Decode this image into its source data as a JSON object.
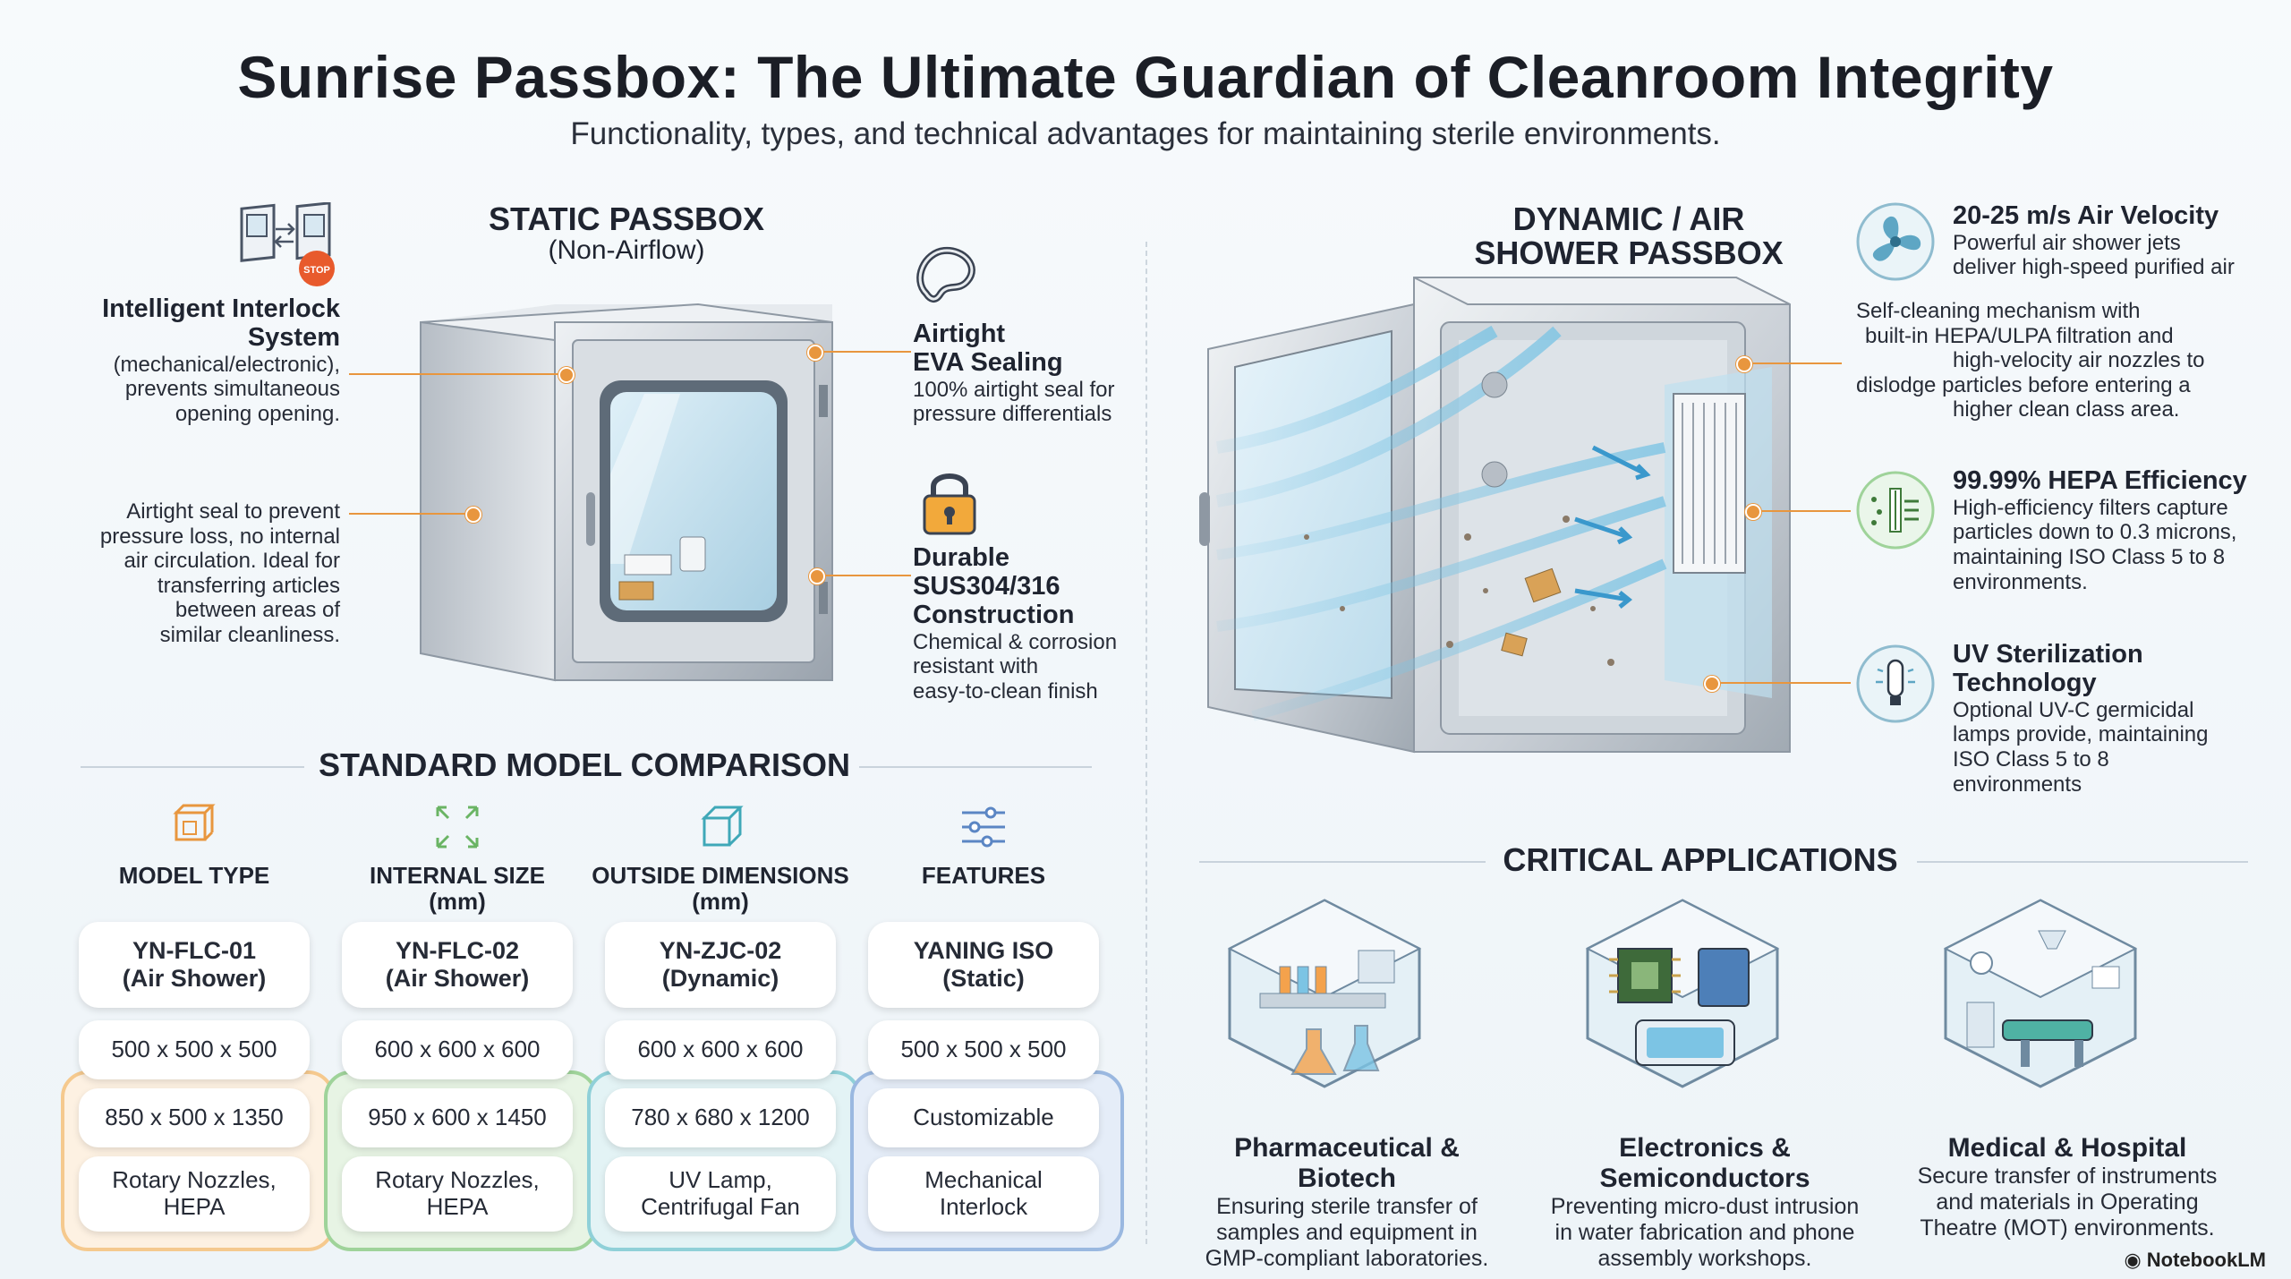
{
  "header": {
    "title": "Sunrise Passbox: The Ultimate Guardian of Cleanroom Integrity",
    "subtitle": "Functionality, types, and technical advantages for maintaining sterile environments."
  },
  "static_section": {
    "title": "STATIC PASSBOX",
    "subtitle": "(Non-Airflow)",
    "interlock": {
      "title_line1": "Intelligent Interlock",
      "title_line2": "System",
      "desc": [
        "(mechanical/electronic),",
        "prevents simultaneous",
        "opening opening."
      ]
    },
    "seal_note": [
      "Airtight seal to prevent",
      "pressure loss, no internal",
      "air circulation. Ideal for",
      "transferring articles",
      "between areas of",
      "similar cleanliness."
    ],
    "eva": {
      "title_line1": "Airtight",
      "title_line2": "EVA Sealing",
      "desc": [
        "100% airtight seal for",
        "pressure differentials"
      ]
    },
    "construction": {
      "title_line1": "Durable",
      "title_line2": "SUS304/316",
      "title_line3": "Construction",
      "desc": [
        "Chemical & corrosion",
        "resistant with",
        "easy-to-clean finish"
      ]
    },
    "stop_label": "STOP"
  },
  "dynamic_section": {
    "title_line1": "DYNAMIC / AIR",
    "title_line2": "SHOWER PASSBOX",
    "velocity": {
      "title": "20-25 m/s Air Velocity",
      "desc": [
        "Powerful air shower jets",
        "deliver high-speed purified air"
      ]
    },
    "self_cleaning": [
      "Self-cleaning mechanism with",
      "built-in  HEPA/ULPA filtration and",
      "high-velocity air nozzles to",
      "dislodge particles before entering a",
      "higher clean class area."
    ],
    "hepa": {
      "title": "99.99% HEPA Efficiency",
      "desc": [
        "High-efficiency filters capture",
        "particles down to 0.3 microns,",
        "maintaining ISO Class 5 to 8",
        "environments."
      ]
    },
    "uv": {
      "title_line1": "UV Sterilization",
      "title_line2": "Technology",
      "desc": [
        "Optional UV-C germicidal",
        "lamps provide, maintaining",
        "ISO Class 5 to 8",
        "environments"
      ]
    }
  },
  "comparison": {
    "title": "STANDARD MODEL COMPARISON",
    "columns": [
      {
        "head_line1": "MODEL TYPE",
        "head_line2": "",
        "icon": "box-icon",
        "color": "#f5c98e",
        "bg": "#fdf1e2",
        "header_line1": "YN-FLC-01",
        "header_line2": "(Air Shower)",
        "internal": "500 x 500 x 500",
        "outside": "850 x 500 x 1350",
        "features_line1": "Rotary Nozzles,",
        "features_line2": "HEPA"
      },
      {
        "head_line1": "INTERNAL SIZE",
        "head_line2": "(mm)",
        "icon": "expand-icon",
        "color": "#9fd39a",
        "bg": "#e7f4e4",
        "header_line1": "YN-FLC-02",
        "header_line2": "(Air Shower)",
        "internal": "600 x 600 x 600",
        "outside": "950 x 600 x 1450",
        "features_line1": "Rotary Nozzles,",
        "features_line2": "HEPA"
      },
      {
        "head_line1": "OUTSIDE DIMENSIONS",
        "head_line2": "(mm)",
        "icon": "cube-icon",
        "color": "#8fd0d8",
        "bg": "#e3f3f5",
        "header_line1": "YN-ZJC-02",
        "header_line2": "(Dynamic)",
        "internal": "600 x 600 x 600",
        "outside": "780 x 680 x 1200",
        "features_line1": "UV Lamp,",
        "features_line2": "Centrifugal Fan"
      },
      {
        "head_line1": "FEATURES",
        "head_line2": "",
        "icon": "sliders-icon",
        "color": "#9ab8e0",
        "bg": "#e5edf8",
        "header_line1": "YANING ISO",
        "header_line2": "(Static)",
        "internal": "500 x 500 x 500",
        "outside": "Customizable",
        "features_line1": "Mechanical",
        "features_line2": "Interlock"
      }
    ]
  },
  "applications": {
    "title": "CRITICAL APPLICATIONS",
    "items": [
      {
        "name": "Pharmaceutical & Biotech",
        "desc": [
          "Ensuring sterile transfer of",
          "samples and equipment in",
          "GMP-compliant laboratories."
        ],
        "icon": "laboratory-icon"
      },
      {
        "name": "Electronics & Semiconductors",
        "desc": [
          "Preventing micro-dust intrusion",
          "in water fabrication and phone",
          "assembly workshops."
        ],
        "icon": "chip-icon"
      },
      {
        "name": "Medical & Hospital",
        "desc": [
          "Secure transfer of instruments",
          "and materials in Operating",
          "Theatre (MOT) environments."
        ],
        "icon": "hospital-icon"
      }
    ]
  },
  "brand": "NotebookLM",
  "colors": {
    "accent": "#e8963e",
    "steel": "#c9ced4",
    "air": "#7cc4e4"
  }
}
